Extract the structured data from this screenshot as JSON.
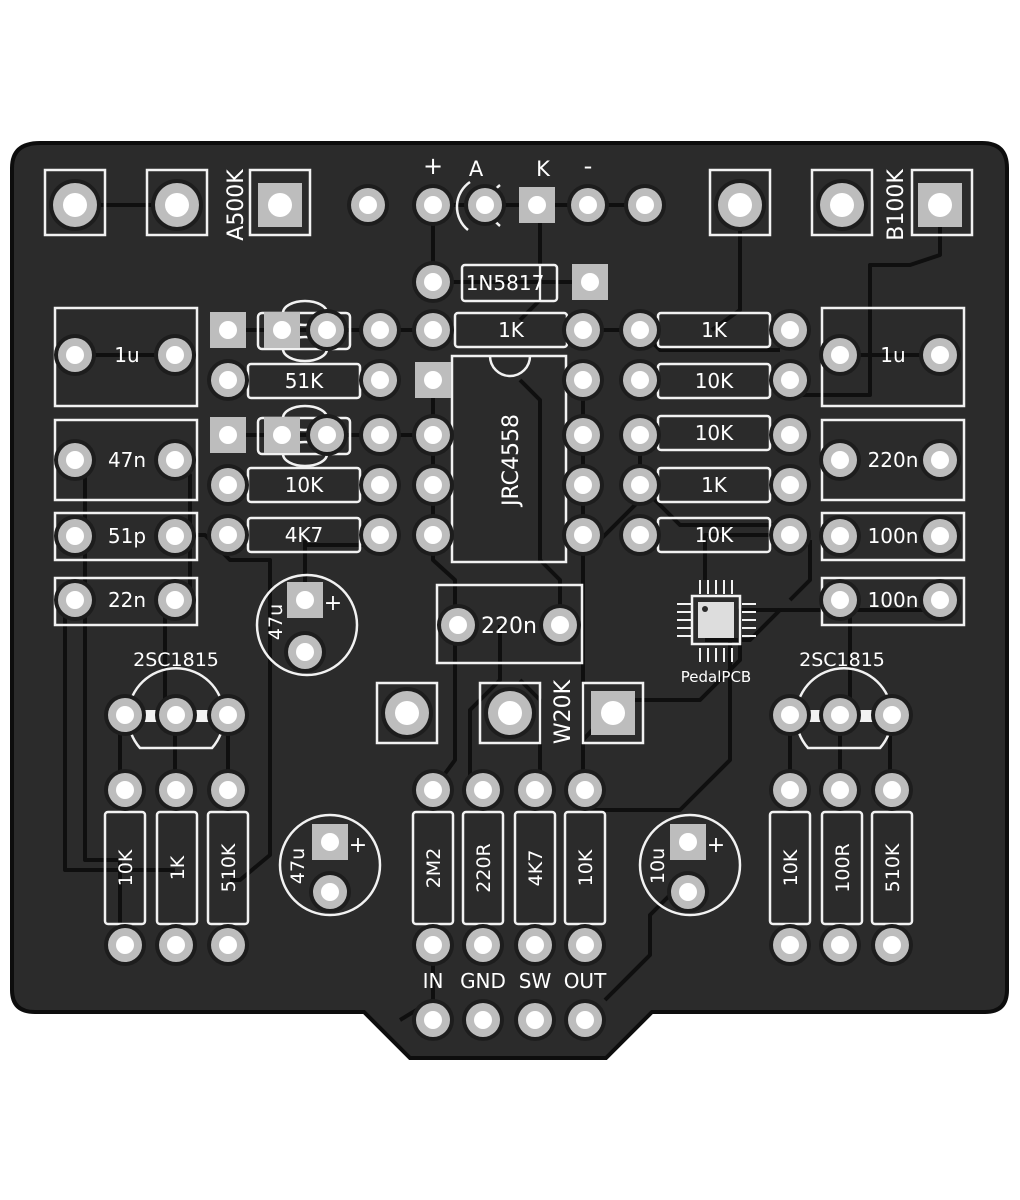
{
  "board": {
    "pot_left": "A500K",
    "pot_right": "B100K",
    "pot_trim": "W20K",
    "power_plus": "+",
    "power_a": "A",
    "power_k": "K",
    "power_minus": "-",
    "diode": "1N5817",
    "ic": "JRC4558",
    "logo": "PedalPCB",
    "io": {
      "in": "IN",
      "gnd": "GND",
      "sw": "SW",
      "out": "OUT"
    }
  },
  "left_caps": [
    "1u",
    "47n",
    "51p",
    "22n"
  ],
  "right_caps": [
    "1u",
    "220n",
    "100n",
    "100n"
  ],
  "center_res_left": [
    "51K",
    "10K",
    "4K7"
  ],
  "center_res_top": "1K",
  "right_res": [
    "1K",
    "10K",
    "10K",
    "1K",
    "10K"
  ],
  "center_cap": "220n",
  "transistors": {
    "left": "2SC1815",
    "right": "2SC1815"
  },
  "elec_caps": {
    "top_left": "47u",
    "bottom_left": "47u",
    "bottom_right": "10u",
    "plus": "+"
  },
  "bottom_left_res": [
    "10K",
    "1K",
    "510K"
  ],
  "bottom_mid_res": [
    "2M2",
    "220R",
    "4K7",
    "10K"
  ],
  "bottom_right_res": [
    "10K",
    "100R",
    "510K"
  ]
}
